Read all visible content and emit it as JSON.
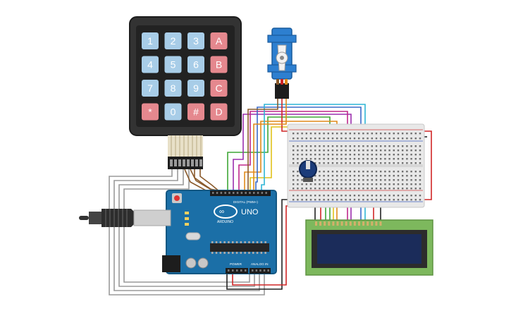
{
  "keypad": {
    "keys": [
      [
        "1",
        "2",
        "3",
        "A"
      ],
      [
        "4",
        "5",
        "6",
        "B"
      ],
      [
        "7",
        "8",
        "9",
        "C"
      ],
      [
        "*",
        "0",
        "#",
        "D"
      ]
    ]
  },
  "arduino": {
    "brand": "ARDUINO",
    "model": "UNO",
    "digital_header": "DIGITAL (PWM~)",
    "power_header": "POWER",
    "analog_header": "ANALOG IN"
  },
  "colors": {
    "board": "#1b6fa7",
    "keypad_body": "#333333",
    "key_blue": "#a8cde8",
    "key_red": "#e5888e",
    "lcd_frame": "#7db85d",
    "lcd_screen": "#1b2c5a",
    "servo": "#2d7fd0",
    "pot": "#1c3c7a"
  }
}
